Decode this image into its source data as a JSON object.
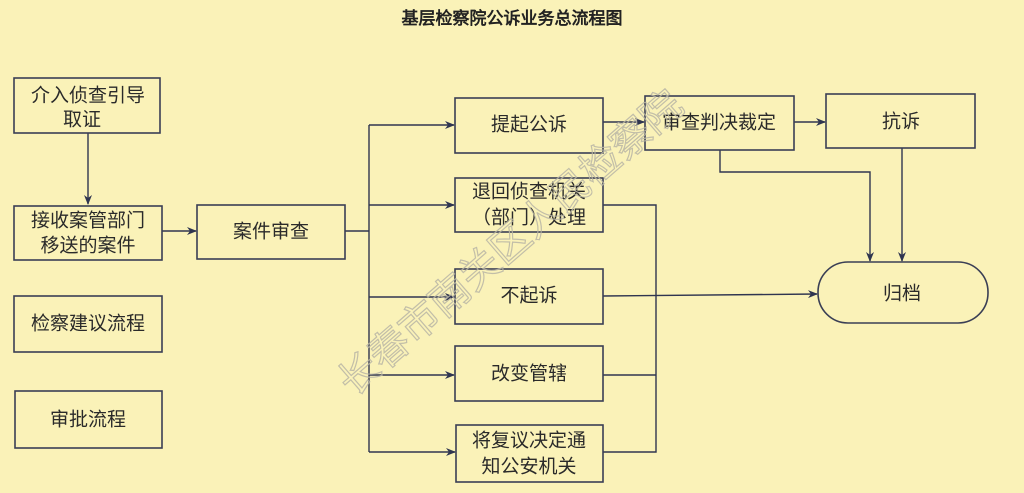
{
  "title": "基层检察院公诉业务总流程图",
  "watermark": "长春市南关区人民检察院",
  "nodes": {
    "intervene": [
      "介入侦查引导",
      "取证"
    ],
    "receive": [
      "接收案管部门",
      "移送的案件"
    ],
    "suggestion": "检察建议流程",
    "approval": "审批流程",
    "review": "案件审查",
    "prosecute": "提起公诉",
    "return": [
      "退回侦查机关",
      "（部门）处理"
    ],
    "no_prosecute": "不起诉",
    "jurisdiction": "改变管辖",
    "notify": [
      "将复议决定通",
      "知公安机关"
    ],
    "judgment": "审查判决裁定",
    "protest": "抗诉",
    "archive": "归档"
  }
}
